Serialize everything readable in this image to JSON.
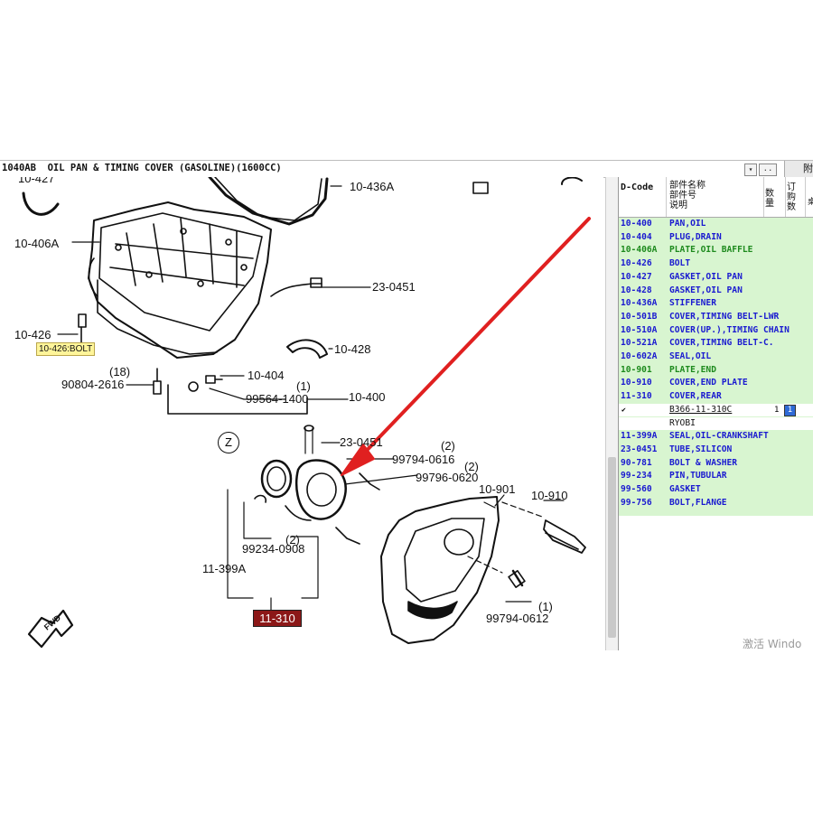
{
  "title_bar": {
    "title": "1040AB  OIL PAN & TIMING COVER (GASOLINE)(1600CC)",
    "dropdown_glyph": "▾",
    "more_glyph": "..",
    "attach_label": "附"
  },
  "diagram": {
    "tooltip": "10-426:BOLT",
    "highlight_label": "11-310",
    "z_marker": "Z",
    "fwd_label": "FWD",
    "callouts": {
      "c_427": "10-427",
      "c_436a": "10-436A",
      "c_406a": "10-406A",
      "c_0451_top": "23-0451",
      "c_426": "10-426",
      "c_428": "10-428",
      "c_18": "(18)",
      "c_90804": "90804-2616",
      "c_404": "10-404",
      "c_1a": "(1)",
      "c_99564": "99564-1400",
      "c_400": "10-400",
      "c_0451_mid": "23-0451",
      "c_2a": "(2)",
      "c_99794_0616": "99794-0616",
      "c_2b": "(2)",
      "c_99796": "99796-0620",
      "c_901": "10-901",
      "c_910": "10-910",
      "c_2c": "(2)",
      "c_99234": "99234-0908",
      "c_399a": "11-399A",
      "c_1b": "(1)",
      "c_99794_0612": "99794-0612"
    }
  },
  "parts_table": {
    "headers": {
      "dcode": "D-Code",
      "name": "部件名称\n部件号\n说明",
      "qty": "数量",
      "ordered": "订购数",
      "extra": "桌"
    },
    "rows": [
      {
        "code": "10-400",
        "name": "PAN,OIL",
        "color": "#1a1ad0"
      },
      {
        "code": "10-404",
        "name": "PLUG,DRAIN",
        "color": "#1a1ad0"
      },
      {
        "code": "10-406A",
        "name": "PLATE,OIL BAFFLE",
        "color": "#1d8a1d"
      },
      {
        "code": "10-426",
        "name": "BOLT",
        "color": "#1a1ad0"
      },
      {
        "code": "10-427",
        "name": "GASKET,OIL PAN",
        "color": "#1a1ad0"
      },
      {
        "code": "10-428",
        "name": "GASKET,OIL PAN",
        "color": "#1a1ad0"
      },
      {
        "code": "10-436A",
        "name": "STIFFENER",
        "color": "#1a1ad0"
      },
      {
        "code": "10-501B",
        "name": "COVER,TIMING BELT-LWR",
        "color": "#1a1ad0"
      },
      {
        "code": "10-510A",
        "name": "COVER(UP.),TIMING CHAIN",
        "color": "#1a1ad0"
      },
      {
        "code": "10-521A",
        "name": "COVER,TIMING BELT-C.",
        "color": "#1a1ad0"
      },
      {
        "code": "10-602A",
        "name": "SEAL,OIL",
        "color": "#1a1ad0"
      },
      {
        "code": "10-901",
        "name": "PLATE,END",
        "color": "#1d8a1d"
      },
      {
        "code": "10-910",
        "name": "COVER,END PLATE",
        "color": "#1a1ad0"
      },
      {
        "code": "11-310",
        "name": "COVER,REAR",
        "color": "#1a1ad0"
      }
    ],
    "selected": {
      "check": "✔",
      "part_number": "B366-11-310C",
      "qty": "1",
      "ordered": "1",
      "note": "RYOBI"
    },
    "rows_after": [
      {
        "code": "11-399A",
        "name": "SEAL,OIL-CRANKSHAFT",
        "color": "#1a1ad0"
      },
      {
        "code": "23-0451",
        "name": "TUBE,SILICON",
        "color": "#1a1ad0"
      },
      {
        "code": "90-781",
        "name": "BOLT & WASHER",
        "color": "#1a1ad0"
      },
      {
        "code": "99-234",
        "name": "PIN,TUBULAR",
        "color": "#1a1ad0"
      },
      {
        "code": "99-560",
        "name": "GASKET",
        "color": "#1a1ad0"
      },
      {
        "code": "99-756",
        "name": "BOLT,FLANGE",
        "color": "#1a1ad0"
      }
    ]
  },
  "watermark": "激活 Windo",
  "colors": {
    "list_bg": "#d8f5d0",
    "highlight": "#8c1818",
    "arrow": "#e02020"
  }
}
